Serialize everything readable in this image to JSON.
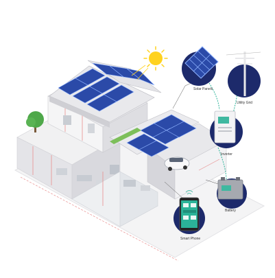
{
  "components": [
    {
      "id": "solar",
      "label": "Solar Panels"
    },
    {
      "id": "grid",
      "label": "Utility Grid"
    },
    {
      "id": "inverter",
      "label": "Inverter"
    },
    {
      "id": "battery",
      "label": "Battery"
    },
    {
      "id": "phone",
      "label": "Smart Phone"
    }
  ],
  "colors": {
    "navy": "#1d2a6b",
    "panel": "#2b4aa8",
    "panel_grid": "#8fb3ff",
    "roof": "#e9e9ec",
    "wall": "#f3f3f3",
    "wall_shade": "#d8d8dc",
    "floor": "#eeeeee",
    "pink_line": "#e88e8e",
    "green_wire": "#2bb398",
    "sun": "#ffd21f",
    "tree": "#4fa84a",
    "grass": "#7dbf5a"
  }
}
